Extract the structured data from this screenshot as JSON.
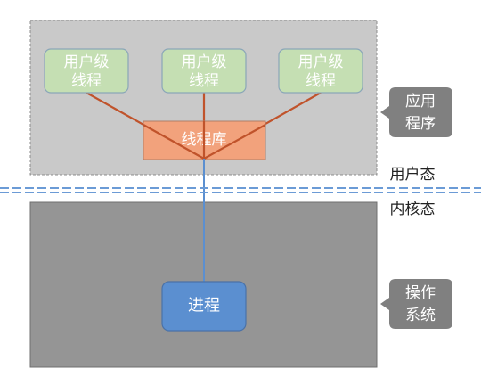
{
  "user_space": {
    "threads": [
      {
        "line1": "用户级",
        "line2": "线程"
      },
      {
        "line1": "用户级",
        "line2": "线程"
      },
      {
        "line1": "用户级",
        "line2": "线程"
      }
    ],
    "thread_library": "线程库"
  },
  "boundary": {
    "user_mode": "用户态",
    "kernel_mode": "内核态"
  },
  "kernel_space": {
    "process": "进程"
  },
  "tags": {
    "application": {
      "line1": "应用",
      "line2": "程序"
    },
    "os": {
      "line1": "操作",
      "line2": "系统"
    }
  },
  "colors": {
    "user_panel_fill": "#c9c9c9",
    "user_panel_border": "#8c8c8c",
    "kernel_panel_fill": "#959595",
    "thread_fill": "#c5dfb3",
    "thread_border": "#8aa6b8",
    "library_fill": "#f2a27c",
    "library_border": "#b07d66",
    "connector_red": "#c0532b",
    "connector_blue": "#5b8fd0",
    "process_fill": "#5b8fd0",
    "process_border": "#4a72a8",
    "tag_fill": "#808080",
    "boundary_line": "#6b9bd6"
  }
}
